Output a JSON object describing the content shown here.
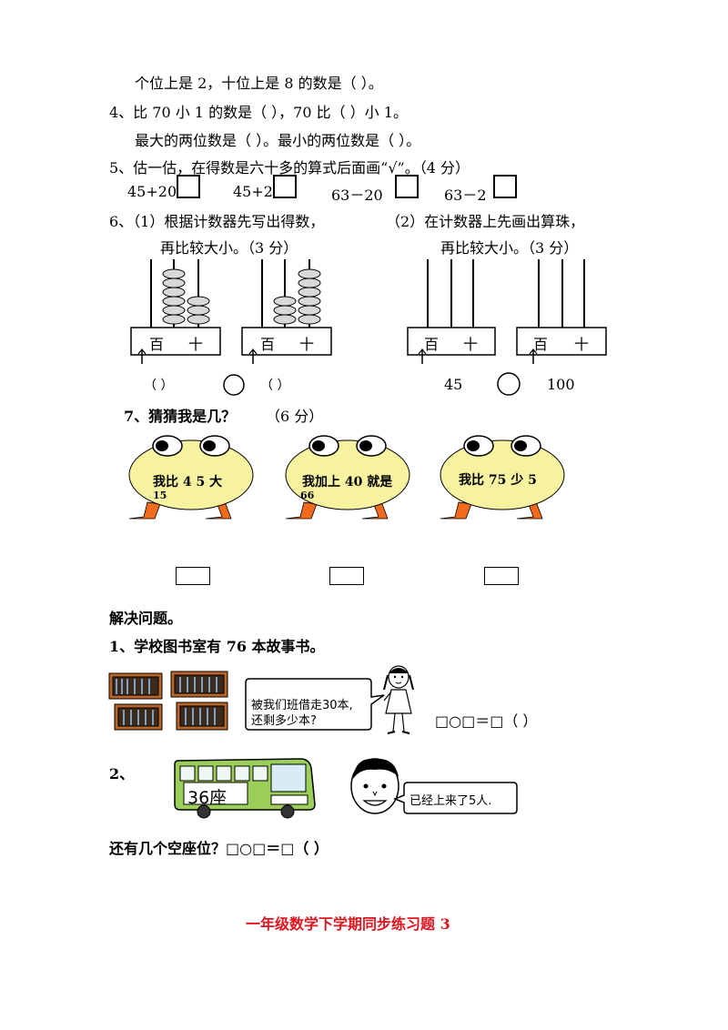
{
  "questions": {
    "q3_line2": "个位上是 2，十位上是 8 的数是（      ）。",
    "q4_line1": "4、比 70 小 1 的数是（      ），70 比（      ）小 1。",
    "q4_line2": "最大的两位数是（      ）。最小的两位数是（      ）。",
    "q5_line": "5、估一估，在得数是六十多的算式后面画“√”。（4 分）",
    "q5_exprs": [
      "45+20",
      "45+2",
      "63－20",
      "63－2"
    ],
    "q6_line1_a": "6、（1）根据计数器先写出得数，",
    "q6_line1_b": "（2）在计数器上先画出算珠，",
    "q6_sub_a": "再比较大小。（3 分）",
    "q6_sub_b": "再比较大小。（3 分）",
    "abacus_labels": {
      "hundreds": "百",
      "tens": "十"
    },
    "q6_left_blank_a": "（        ）",
    "q6_left_blank_b": "（        ）",
    "q6_right_num_a": "45",
    "q6_right_num_b": "100",
    "q7_line": "7、猜猜我是几？",
    "q7_score": "（6 分）",
    "frogs": [
      {
        "text": "我比 4  5 大",
        "sub": "15"
      },
      {
        "text": "我加上 40 就是",
        "sub": "66"
      },
      {
        "text": "我比 75 少 5",
        "sub": ""
      }
    ]
  },
  "solve": {
    "heading": "解决问题。",
    "p1_title": "1、学校图书室有 76 本故事书。",
    "p1_bubble_1": "被我们班借走30本,",
    "p1_bubble_2": "还剩多少本?",
    "p1_equation": "□○□＝□（    ）",
    "p2_label": "2、",
    "p2_bus_sign": "36座",
    "p2_bubble": "已经上来了5人.",
    "p2_question": "还有几个空座位？□○□＝□（    ）"
  },
  "footer": "一年级数学下学期同步练习题 3",
  "colors": {
    "footer_red": "#e0141e",
    "frog_yellow": "#f7f2a0",
    "frog_feet": "#f26a1b",
    "shelf_brown": "#b8652a",
    "bus_green": "#9ccf5a"
  }
}
